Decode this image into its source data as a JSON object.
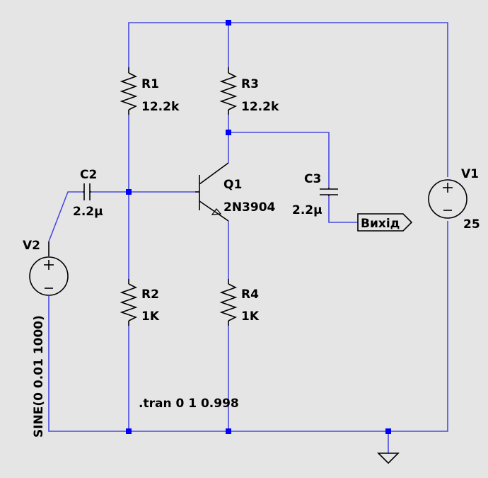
{
  "components": {
    "r1": {
      "name": "R1",
      "value": "12.2k"
    },
    "r2": {
      "name": "R2",
      "value": "1K"
    },
    "r3": {
      "name": "R3",
      "value": "12.2k"
    },
    "r4": {
      "name": "R4",
      "value": "1K"
    },
    "c2": {
      "name": "C2",
      "value": "2.2µ"
    },
    "c3": {
      "name": "C3",
      "value": "2.2µ"
    },
    "q1": {
      "name": "Q1",
      "model": "2N3904"
    },
    "v1": {
      "name": "V1",
      "value": "25"
    },
    "v2": {
      "name": "V2",
      "value": "SINE(0 0.01 1000)"
    }
  },
  "output_label": "Вихід",
  "directive": ".tran 0 1 0.998",
  "colors": {
    "background": "#e5e5e5",
    "wire": "#4a4ae0",
    "junction": "#0000ff",
    "component": "#000000"
  }
}
